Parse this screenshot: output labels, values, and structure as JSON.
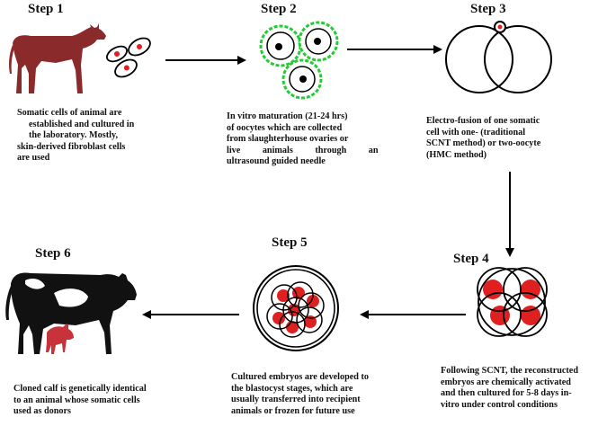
{
  "steps": [
    {
      "title": "Step 1",
      "desc": [
        "Somatic cells of animal are",
        "established and cultured in",
        "the laboratory. Mostly,",
        "skin-derived fibroblast cells",
        "are used"
      ]
    },
    {
      "title": "Step 2",
      "desc": [
        "In vitro maturation (21-24 hrs)",
        "of oocytes which are collected",
        "from slaughterhouse ovaries or",
        "live animals through an",
        "ultrasound guided needle"
      ]
    },
    {
      "title": "Step 3",
      "desc": [
        "Electro-fusion of one somatic",
        "cell with one- (traditional",
        "SCNT method) or two-oocyte",
        "(HMC method)"
      ]
    },
    {
      "title": "Step 4",
      "desc": [
        "Following SCNT, the reconstructed",
        "embryos are chemically activated",
        "and then cultured for 5-8 days in-",
        "vitro under control conditions"
      ]
    },
    {
      "title": "Step 5",
      "desc": [
        "Cultured embryos are developed to",
        "the blastocyst stages, which are",
        "usually transferred into recipient",
        "animals or frozen for future use"
      ]
    },
    {
      "title": "Step 6",
      "desc": [
        "Cloned calf is genetically identical",
        "to an animal whose somatic cells",
        "used as donors"
      ]
    }
  ],
  "colors": {
    "cow_brown": "#8b2a2a",
    "oocyte_green": "#22cc33",
    "nucleus_red": "#e02020",
    "cow_black": "#111111",
    "calf_red": "#c8333b"
  }
}
